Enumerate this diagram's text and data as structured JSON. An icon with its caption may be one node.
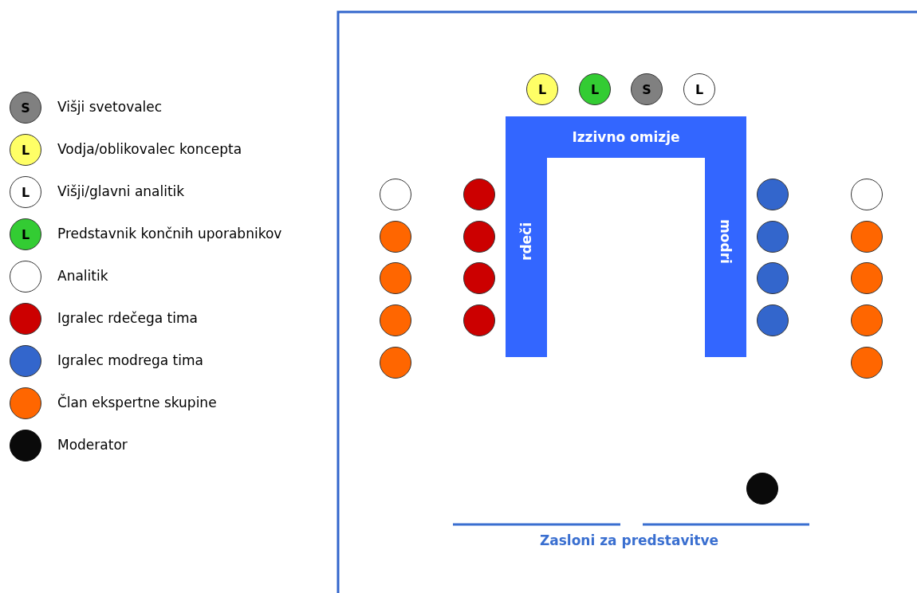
{
  "diagram": {
    "nodes": [
      {
        "text": [
          "L"
        ]
      },
      {
        "text": [
          "L"
        ]
      },
      {
        "text": [
          "S"
        ]
      },
      {
        "text": [
          "L"
        ]
      },
      {
        "text": [
          "Izzivno omizje",
          "rdeči",
          "modri"
        ]
      },
      {
        "text": [],
        "shape": "circle"
      },
      {
        "text": [],
        "shape": "circle"
      },
      {
        "text": [],
        "shape": "circle"
      },
      {
        "text": [],
        "shape": "circle"
      },
      {
        "text": [],
        "shape": "circle"
      },
      {
        "text": [],
        "shape": "circle"
      },
      {
        "text": [],
        "shape": "circle"
      },
      {
        "text": [],
        "shape": "circle"
      },
      {
        "text": [],
        "shape": "circle"
      },
      {
        "text": [],
        "shape": "circle"
      },
      {
        "text": [],
        "shape": "circle"
      },
      {
        "text": [],
        "shape": "circle"
      },
      {
        "text": [],
        "shape": "circle"
      },
      {
        "text": [],
        "shape": "circle"
      },
      {
        "text": [],
        "shape": "circle"
      },
      {
        "text": [],
        "shape": "circle"
      },
      {
        "text": [],
        "shape": "circle"
      },
      {
        "text": [],
        "shape": "circle"
      },
      {
        "text": [],
        "shape": "circle"
      }
    ],
    "edges": [],
    "labels": [
      "S",
      "L",
      "L",
      "L",
      "Zasloni za predstavitve"
    ],
    "legend": [
      {
        "text": "Višji svetovalec",
        "color": "#808080"
      },
      {
        "text": "Vodja/oblikovalec koncepta",
        "color": "#ffff66"
      },
      {
        "text": "Višji/glavni analitik",
        "color": "#ffffff"
      },
      {
        "text": "Predstavnik končnih uporabnikov",
        "color": "#33cc33"
      },
      {
        "text": "Analitik",
        "color": "#ffffff"
      },
      {
        "text": "Igralec rdečega tima",
        "color": "#cc0000"
      },
      {
        "text": "Igralec modrega tima",
        "color": "#3366cc"
      },
      {
        "text": "Član ekspertne skupine",
        "color": "#ff6600"
      },
      {
        "text": "Moderator",
        "color": "#0a0a0a"
      }
    ]
  }
}
